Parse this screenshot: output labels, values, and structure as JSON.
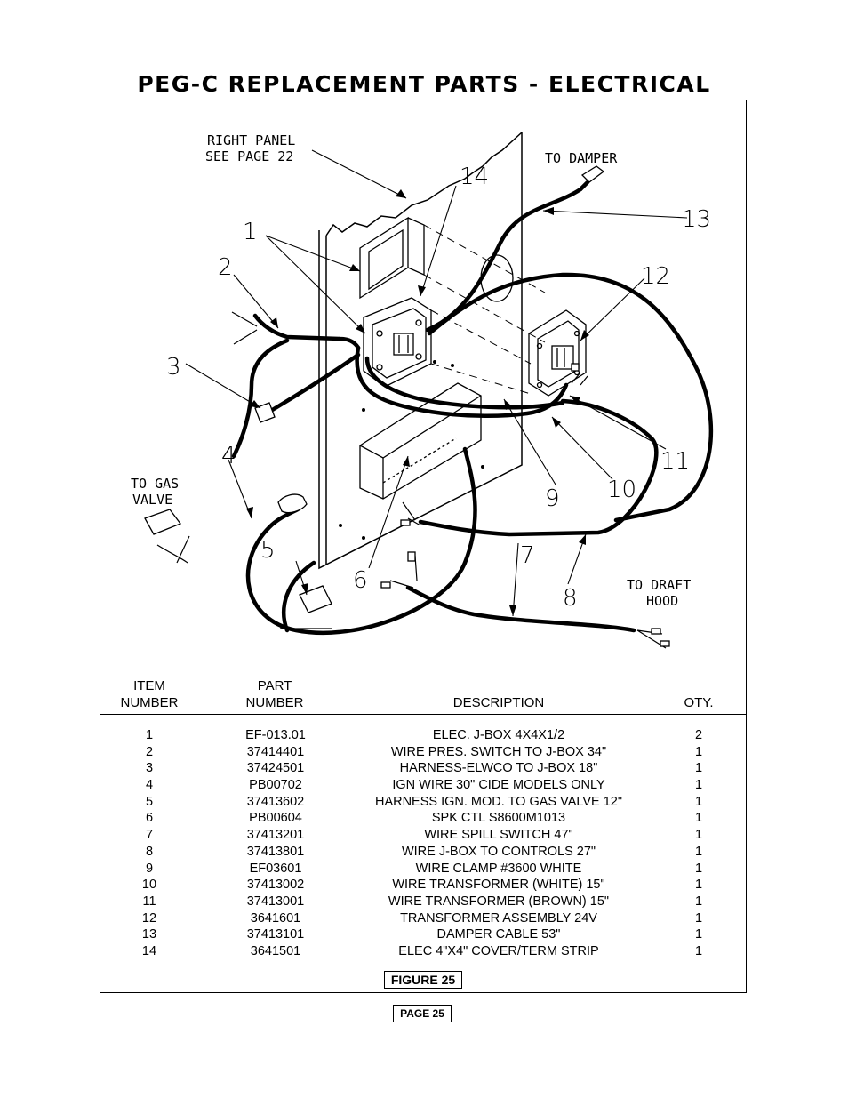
{
  "title": "PEG-C  REPLACEMENT  PARTS  -  ELECTRICAL",
  "diagram": {
    "labels": {
      "right_panel_1": "RIGHT PANEL",
      "right_panel_2": "SEE PAGE 22",
      "to_damper": "TO DAMPER",
      "to_gas_valve_1": "TO GAS",
      "to_gas_valve_2": "VALVE",
      "to_draft_hood_1": "TO DRAFT",
      "to_draft_hood_2": "HOOD"
    },
    "callouts": [
      "1",
      "2",
      "3",
      "4",
      "5",
      "6",
      "7",
      "8",
      "9",
      "10",
      "11",
      "12",
      "13",
      "14"
    ]
  },
  "table": {
    "headers": {
      "item_1": "ITEM",
      "item_2": "NUMBER",
      "part_1": "PART",
      "part_2": "NUMBER",
      "description": "DESCRIPTION",
      "qty": "OTY."
    },
    "rows": [
      {
        "item": "1",
        "part": "EF-013.01",
        "desc": "ELEC. J-BOX 4X4X1/2",
        "qty": "2"
      },
      {
        "item": "2",
        "part": "37414401",
        "desc": "WIRE PRES. SWITCH TO J-BOX 34\"",
        "qty": "1"
      },
      {
        "item": "3",
        "part": "37424501",
        "desc": "HARNESS-ELWCO TO J-BOX 18\"",
        "qty": "1"
      },
      {
        "item": "4",
        "part": "PB00702",
        "desc": "IGN WIRE 30\" CIDE MODELS ONLY",
        "qty": "1"
      },
      {
        "item": "5",
        "part": "37413602",
        "desc": "HARNESS IGN. MOD. TO GAS VALVE 12\"",
        "qty": "1"
      },
      {
        "item": "6",
        "part": "PB00604",
        "desc": "SPK CTL S8600M1013",
        "qty": "1"
      },
      {
        "item": "7",
        "part": "37413201",
        "desc": "WIRE SPILL SWITCH 47\"",
        "qty": "1"
      },
      {
        "item": "8",
        "part": "37413801",
        "desc": "WIRE J-BOX TO CONTROLS 27\"",
        "qty": "1"
      },
      {
        "item": "9",
        "part": "EF03601",
        "desc": "WIRE CLAMP #3600 WHITE",
        "qty": "1"
      },
      {
        "item": "10",
        "part": "37413002",
        "desc": "WIRE TRANSFORMER (WHITE) 15\"",
        "qty": "1"
      },
      {
        "item": "11",
        "part": "37413001",
        "desc": "WIRE TRANSFORMER (BROWN) 15\"",
        "qty": "1"
      },
      {
        "item": "12",
        "part": "3641601",
        "desc": "TRANSFORMER ASSEMBLY 24V",
        "qty": "1"
      },
      {
        "item": "13",
        "part": "37413101",
        "desc": "DAMPER CABLE 53\"",
        "qty": "1"
      },
      {
        "item": "14",
        "part": "3641501",
        "desc": "ELEC 4\"X4\"  COVER/TERM STRIP",
        "qty": "1"
      }
    ]
  },
  "figure_label": "FIGURE 25",
  "page_label": "PAGE 25"
}
